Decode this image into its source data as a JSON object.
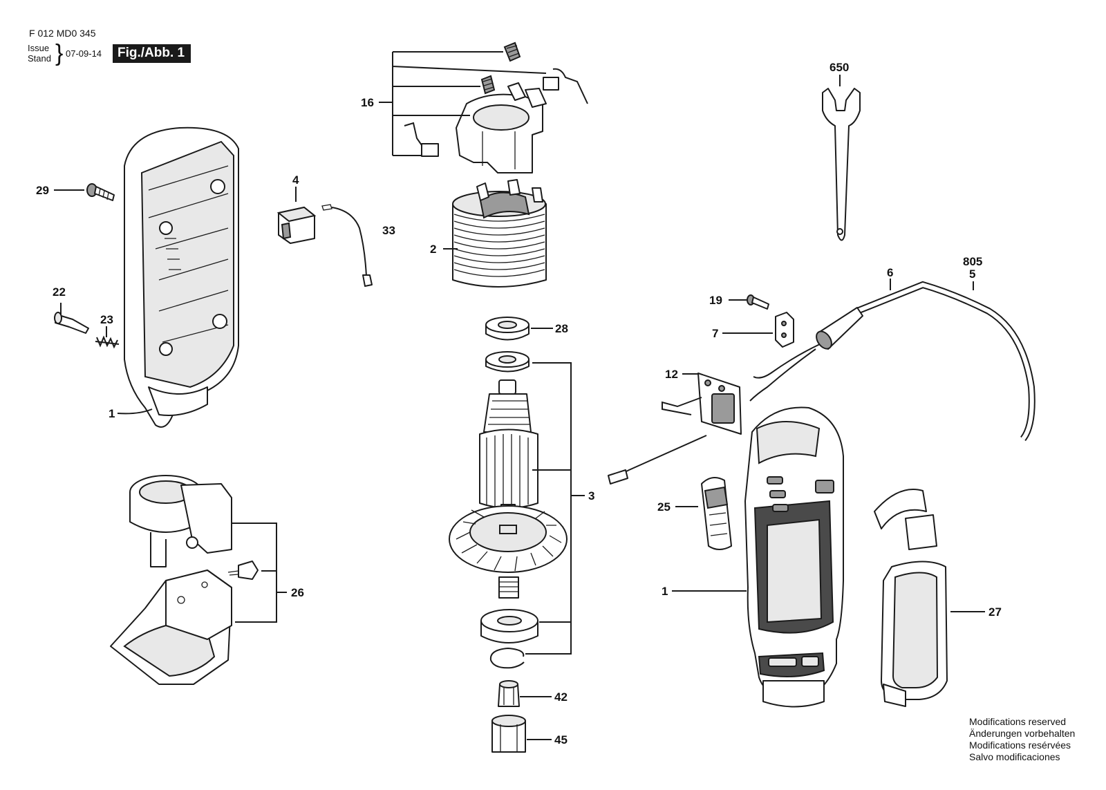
{
  "header": {
    "doc_code": "F 012 MD0 345",
    "issue_label": "Issue",
    "stand_label": "Stand",
    "date": "07-09-14",
    "figure_tag": "Fig./Abb. 1"
  },
  "callouts": {
    "p29": "29",
    "p22": "22",
    "p23": "23",
    "p1_housing": "1",
    "p16": "16",
    "p4": "4",
    "p33": "33",
    "p2": "2",
    "p28": "28",
    "p3": "3",
    "p26": "26",
    "p42": "42",
    "p45": "45",
    "p650": "650",
    "p805": "805",
    "p5": "5",
    "p6": "6",
    "p19": "19",
    "p7": "7",
    "p12": "12",
    "p25": "25",
    "p1_tool": "1",
    "p27": "27"
  },
  "notice": {
    "en": "Modifications reserved",
    "de": "Änderungen vorbehalten",
    "fr": "Modifications resérvées",
    "es": "Salvo modificaciones"
  }
}
